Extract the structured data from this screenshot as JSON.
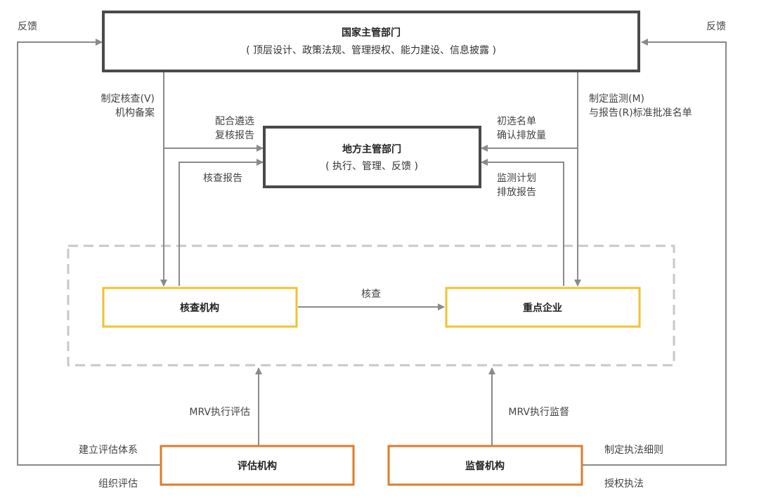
{
  "colors": {
    "dark_box": "#4a4a4a",
    "yellow_box": "#f2c230",
    "orange_box": "#e07b2a",
    "connector": "#8a8a8a",
    "dashed_region": "#c8c8c8"
  },
  "nodes": {
    "national": {
      "title": "国家主管部门",
      "subtitle": "( 顶层设计、政策法规、管理授权、能力建设、信息披露 )"
    },
    "local": {
      "title": "地方主管部门",
      "subtitle": "( 执行、管理、反馈 )"
    },
    "verifier": {
      "title": "核查机构"
    },
    "enterprise": {
      "title": "重点企业"
    },
    "evaluator": {
      "title": "评估机构"
    },
    "supervisor": {
      "title": "监督机构"
    }
  },
  "labels": {
    "feedback_left": "反馈",
    "feedback_right": "反馈",
    "national_to_verifier_1": "制定核查(V)",
    "national_to_verifier_2": "机构备案",
    "verifier_to_local_a1": "配合遴选",
    "verifier_to_local_a2": "复核报告",
    "verifier_to_local_b": "核查报告",
    "national_to_enterprise_1": "制定监测(M)",
    "national_to_enterprise_2": "与报告(R)标准批准名单",
    "enterprise_to_local_a1": "初选名单",
    "enterprise_to_local_a2": "确认排放量",
    "enterprise_to_local_b1": "监测计划",
    "enterprise_to_local_b2": "排放报告",
    "verify": "核查",
    "mrv_evaluate": "MRV执行评估",
    "mrv_supervise": "MRV执行监督",
    "build_eval_system": "建立评估体系",
    "organize_eval": "组织评估",
    "make_rules": "制定执法细则",
    "authorize_enforcement": "授权执法"
  }
}
